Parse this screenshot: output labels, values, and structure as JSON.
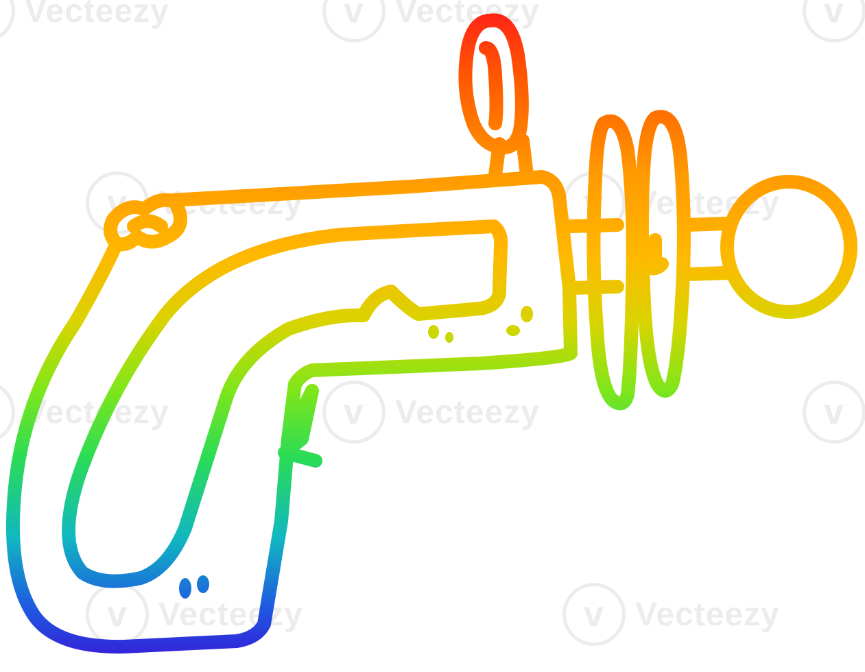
{
  "watermark": {
    "text": "Vecteezy",
    "icon": "vecteezy-logo-icon",
    "color": "#ececec"
  },
  "illustration": {
    "subject": "ray-gun",
    "style": "rainbow-gradient-line-art",
    "gradient_stops": [
      "#ff1a1a",
      "#ff7a00",
      "#ffb400",
      "#e8d400",
      "#7fe61a",
      "#22d860",
      "#10b5c8",
      "#1e5ce0",
      "#3a1ad8"
    ]
  }
}
